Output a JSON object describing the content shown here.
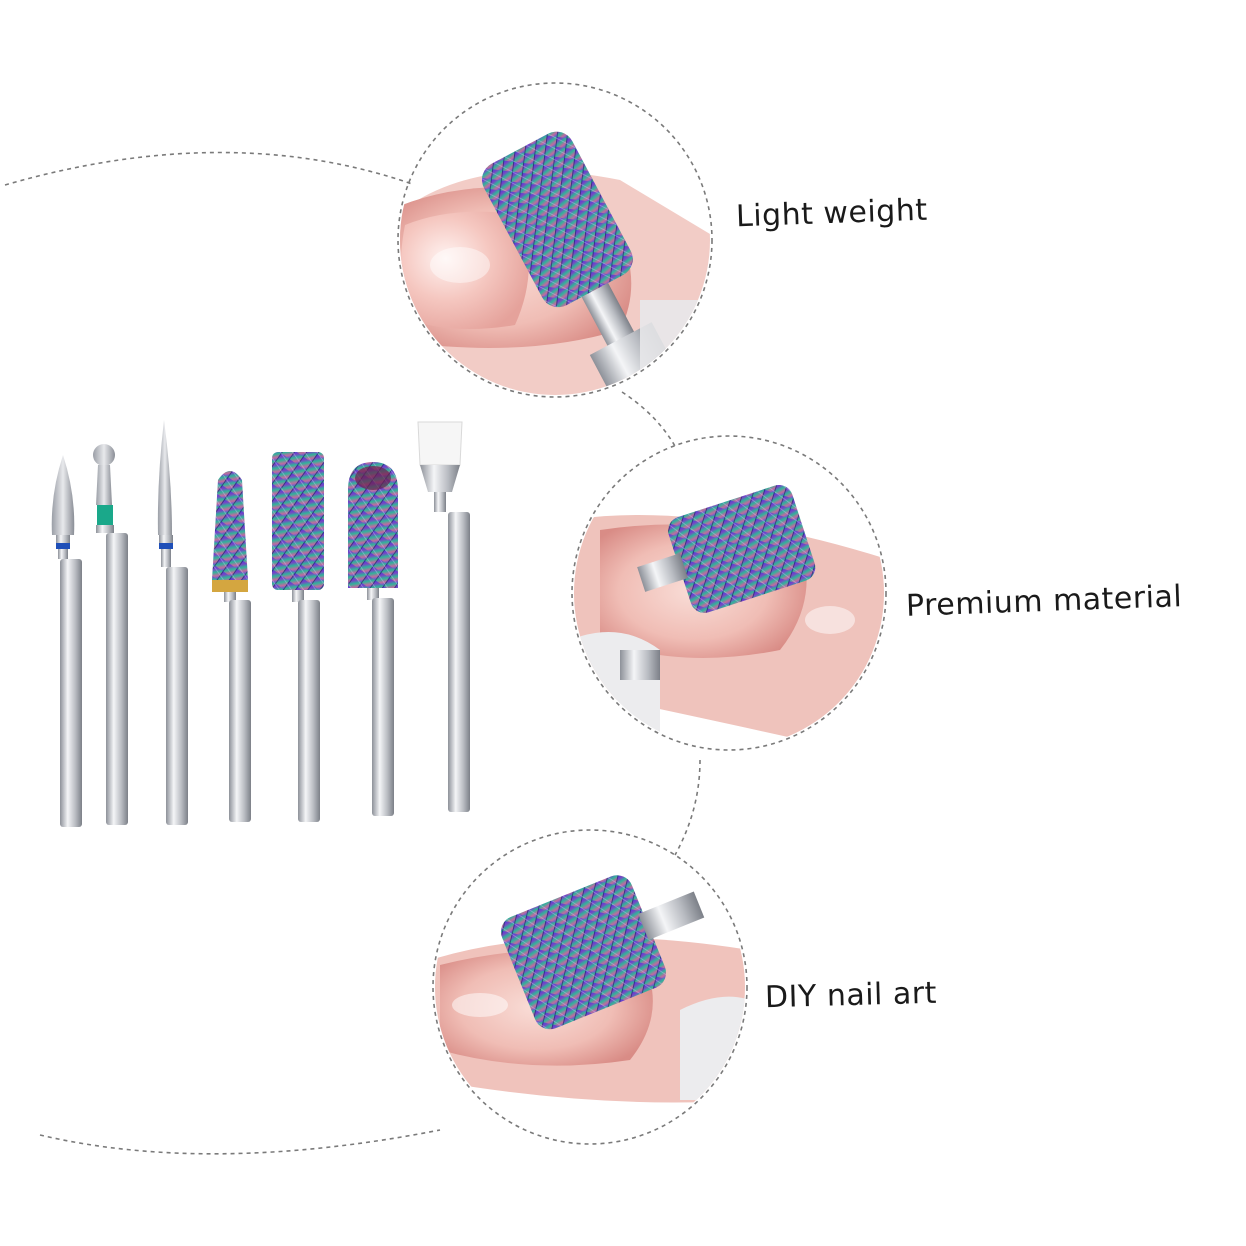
{
  "features": [
    {
      "label": "Light weight"
    },
    {
      "label": "Premium material"
    },
    {
      "label": "DIY nail art"
    }
  ],
  "colors": {
    "skin_light": "#f6d2cc",
    "skin_mid": "#e9a79f",
    "skin_shadow": "#d98c86",
    "metal": "#c9ccd2",
    "dashed_line": "#7a7a7a",
    "band_blue": "#1f4fb8",
    "band_green": "#1aa88a",
    "band_gold": "#d4a640"
  },
  "bits": [
    {
      "name": "flame-diamond-bit",
      "band": "band_blue"
    },
    {
      "name": "ball-diamond-bit",
      "band": "band_green"
    },
    {
      "name": "needle-diamond-bit",
      "band": "band_blue"
    },
    {
      "name": "cone-carbide-bit",
      "band": "band_gold"
    },
    {
      "name": "barrel-carbide-bit",
      "band": ""
    },
    {
      "name": "rounded-carbide-bit",
      "band": ""
    },
    {
      "name": "cleaning-brush-bit",
      "band": ""
    }
  ]
}
